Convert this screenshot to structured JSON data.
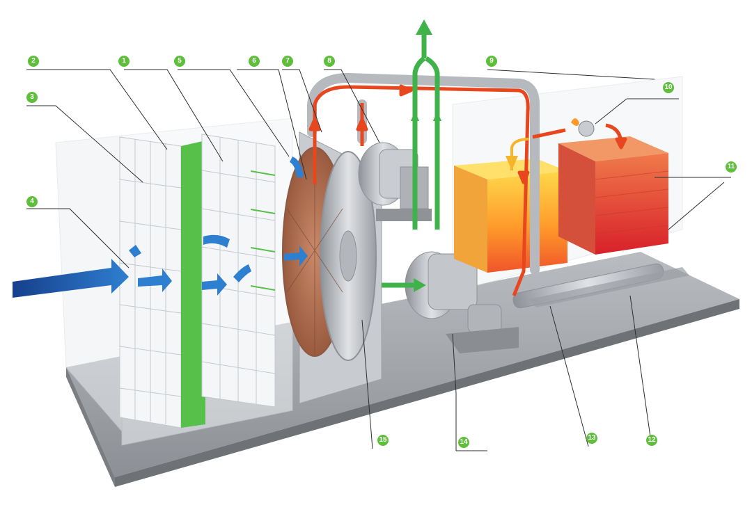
{
  "callouts": [
    "1",
    "2",
    "3",
    "4",
    "5",
    "6",
    "7",
    "8",
    "9",
    "10",
    "11",
    "12",
    "13",
    "14",
    "15"
  ],
  "colors": {
    "callout_green": "#5fbf3c",
    "fresh_air_blue": "#1f5fb0",
    "hot_air_red": "#e0441c",
    "clean_exhaust_green": "#3fb24a",
    "steel_gray": "#a9adb3"
  },
  "icons": [
    "air-filter-panel",
    "rotor-wheel",
    "fan-motor",
    "heat-exchanger-block",
    "burner"
  ]
}
